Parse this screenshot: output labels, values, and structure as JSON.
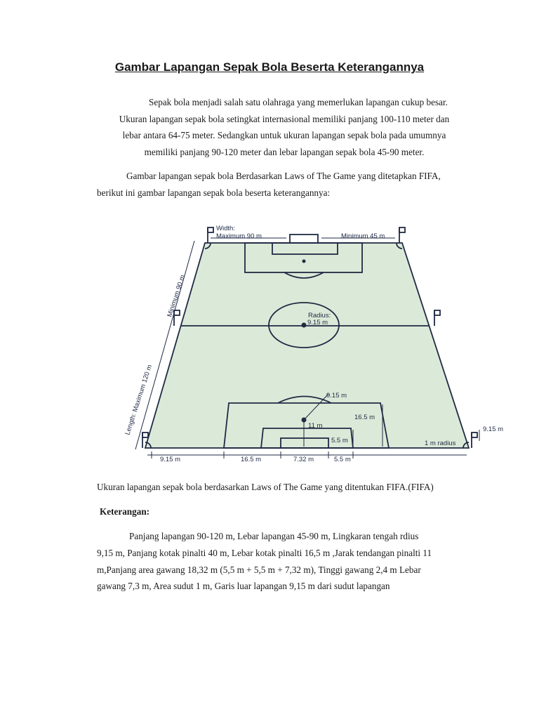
{
  "title": "Gambar Lapangan Sepak Bola Beserta Keterangannya",
  "intro_lines": [
    "Sepak bola menjadi salah satu olahraga yang memerlukan lapangan cukup besar.",
    "Ukuran lapangan sepak bola setingkat internasional memiliki panjang 100-110 meter dan",
    "lebar antara 64-75 meter.  Sedangkan untuk ukuran lapangan sepak bola pada umumnya",
    "memiliki panjang 90-120 meter dan lebar lapangan sepak bola 45-90 meter."
  ],
  "fifa_lines": [
    "Gambar lapangan sepak bola Berdasarkan Laws of The Game yang ditetapkan FIFA,",
    "berikut ini gambar lapangan sepak bola beserta keterangannya:"
  ],
  "diagram": {
    "width_label": "Width:",
    "width_max": "Maximum 90 m",
    "width_min": "Minimum 45 m",
    "length_min": "Minimum 90 m",
    "length_max": "Length: Maximum 120 m",
    "radius_label": "Radius:",
    "radius_value": "9.15 m",
    "arc_label": "9.15 m",
    "box_depth": "16.5 m",
    "penalty_spot": "11 m",
    "goal_area_depth": "5.5 m",
    "corner_outside": "9.15 m",
    "corner_radius": "1 m radius",
    "bottom_labels": [
      "9.15 m",
      "16.5 m",
      "7.32 m",
      "5.5 m"
    ],
    "colors": {
      "pitch": "#dbe9d8",
      "line": "#1f2a44"
    }
  },
  "caption": "Ukuran lapangan sepak bola berdasarkan Laws of The Game yang ditentukan FIFA.(FIFA)",
  "keterangan_heading": "Keterangan:",
  "keterangan_lines": [
    "Panjang lapangan  90-120 m, Lebar  lapangan 45-90 m, Lingkaran tengah  rdius",
    "9,15 m, Panjang  kotak  pinalti 40 m, Lebar  kotak  pinalti 16,5 m ,Jarak tendangan  pinalti 11",
    "m,Panjang area gawang 18,32 m (5,5 m + 5,5 m + 7,32 m), Tinggi gawang 2,4 m Lebar",
    "gawang 7,3 m, Area sudut 1 m, Garis luar  lapangan 9,15 m dari sudut  lapangan"
  ]
}
